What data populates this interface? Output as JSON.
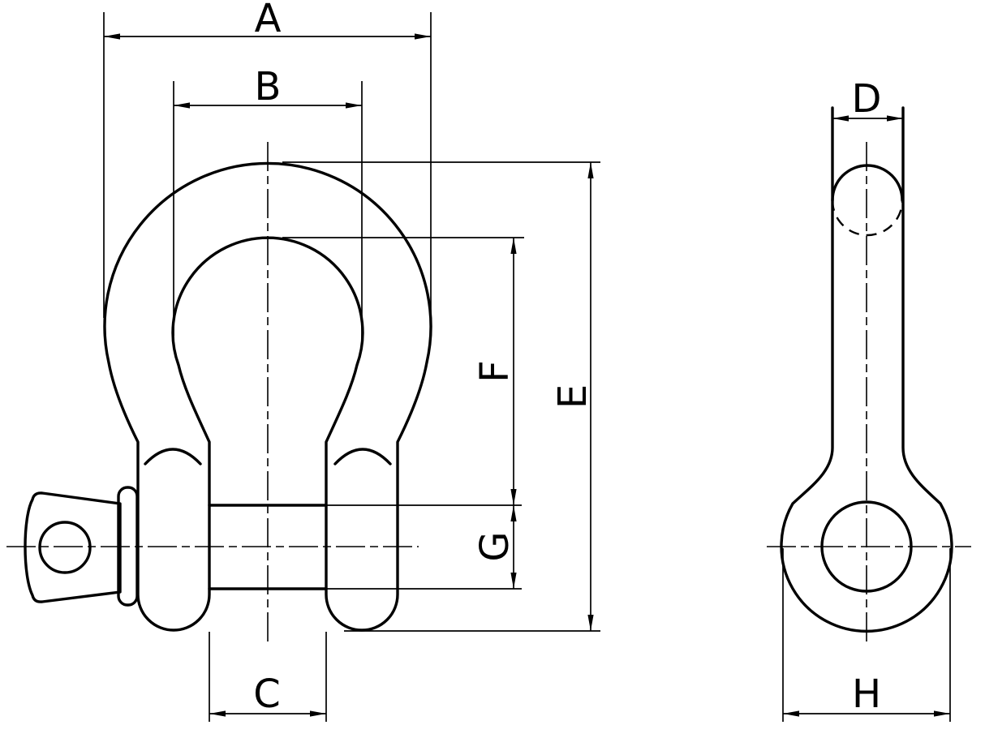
{
  "colors": {
    "ink": "#000000",
    "paper": "#ffffff"
  },
  "front_view": {
    "dim_labels": {
      "a": "A",
      "b": "B",
      "c": "C",
      "e": "E",
      "f": "F",
      "g": "G"
    }
  },
  "side_view": {
    "dim_labels": {
      "d": "D",
      "h": "H"
    }
  }
}
